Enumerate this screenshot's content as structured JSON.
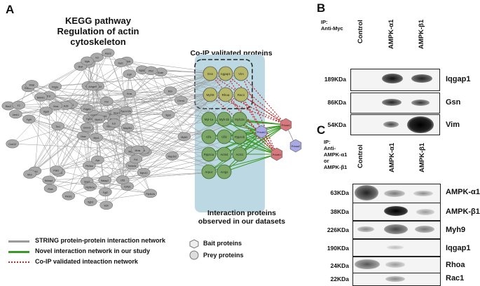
{
  "panel_a": {
    "letter": "A",
    "title_line1": "KEGG pathway",
    "title_line2": "Regulation of actin cytoskeleton",
    "coip_label": "Co-IP valitated proteins",
    "interaction_label_line1": "Interaction proteins",
    "interaction_label_line2": "observed in our datasets",
    "coip_nodes": [
      "Gsn",
      "Iqgap1",
      "Vim",
      "Myh9",
      "Rhoa",
      "Rac1"
    ],
    "interaction_nodes": [
      "Myl-1a",
      "Myh-1b",
      "Myl12a",
      "Cfl1",
      "Cfl2",
      "Ppp1cb",
      "Ppp1ca",
      "Actn4",
      "Actn1",
      "Arpc4",
      "Actg1"
    ],
    "bait_nodes": [
      "Prkaa1",
      "Prkab2",
      "Prkaa2",
      "Prkab1"
    ],
    "network_nodes": [
      "Myc1",
      "Rock2",
      "Pak4",
      "Ppp1r12a",
      "Pik3r5",
      "Pik3cb",
      "Mapk3",
      "Egfr",
      "Vav1",
      "Fgf9",
      "Nras",
      "Kras",
      "Itgb1",
      "Pxn",
      "Ssh1",
      "Sos1",
      "Rras",
      "Arhgef7",
      "Bcar1",
      "Cdc42",
      "Wasl",
      "Pfn1",
      "Limk1",
      "Myl9",
      "Chrm1",
      "Chrm3",
      "Gng2",
      "Fgfr2",
      "Pdgfa",
      "Iqgap2",
      "Pak1",
      "Crk",
      "Arpc2",
      "Actb",
      "Itga5",
      "Tmsb4x",
      "Rac2",
      "Diaph1",
      "Pip5k1a",
      "Ezr",
      "Msn",
      "Rdx",
      "Fn1",
      "Cyfip1",
      "Nckap1",
      "Baiap2",
      "Enah",
      "Vcl",
      "Tln1",
      "F2",
      "F2r",
      "Ptk2",
      "Raf1",
      "Braf",
      "Gsk3b",
      "Pik3ca",
      "Pik3r1",
      "Mras",
      "Hras",
      "Bdkrb1",
      "Cxcl12",
      "Pdgfrb",
      "Fgf2",
      "Mapk1",
      "Map2k1",
      "Map2k2",
      "Itgb3",
      "Itga2",
      "Apc",
      "Pip4k2a",
      "Scin",
      "Cfl3",
      "Mylk",
      "Mylk3",
      "Ppp1r12b",
      "Myh10",
      "Myh14"
    ]
  },
  "legend": {
    "string_network": "STRING protein-protein interaction network",
    "novel_network": "Novel interaction network in our study",
    "coip_network": "Co-IP validated inteaction network",
    "bait": "Bait proteins",
    "prey": "Prey proteins"
  },
  "panel_b": {
    "letter": "B",
    "ip_line1": "IP:",
    "ip_line2": "Anti-Myc",
    "columns": [
      "Control",
      "AMPK-α1",
      "AMPK-β1"
    ],
    "rows": [
      {
        "kda": "189KDa",
        "protein": "Iqgap1"
      },
      {
        "kda": "86KDa",
        "protein": "Gsn"
      },
      {
        "kda": "54KDa",
        "protein": "Vim"
      }
    ]
  },
  "panel_c": {
    "letter": "C",
    "ip_lines": [
      "IP:",
      "Anti-",
      "AMPK-α1",
      "or",
      "AMPK-β1"
    ],
    "columns": [
      "Control",
      "AMPK-α1",
      "AMPK-β1"
    ],
    "rows": [
      {
        "kda": "63KDa",
        "protein": "AMPK-α1"
      },
      {
        "kda": "38KDa",
        "protein": "AMPK-β1"
      },
      {
        "kda": "226KDa",
        "protein": "Myh9"
      },
      {
        "kda": "190KDa",
        "protein": "Iqgap1"
      },
      {
        "kda": "24KDa",
        "protein": "Rhoa"
      },
      {
        "kda": "22KDa",
        "protein": "Rac1"
      }
    ]
  },
  "colors": {
    "gray_node": "#a9a9a9",
    "olive_node": "#b7b86a",
    "green_node": "#7ea868",
    "bait_red": "#d9787c",
    "bait_blue": "#a9a9e6",
    "panel_bg": "#bcd9e3",
    "green_line": "#3b9a27",
    "red_line": "#c0282a"
  }
}
